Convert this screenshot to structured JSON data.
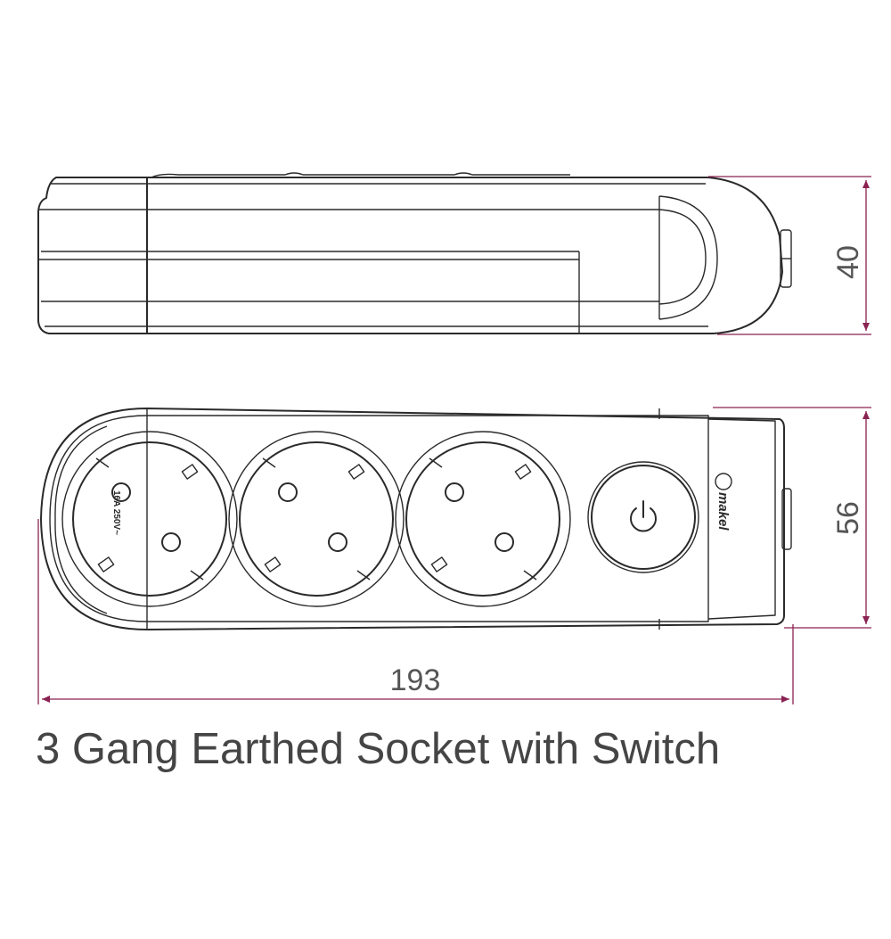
{
  "dimensions": {
    "length": "193",
    "width": "56",
    "height": "40"
  },
  "product": {
    "caption": "3 Gang Earthed Socket with Switch",
    "rating": "16A 250V~",
    "brand": "makel"
  },
  "colors": {
    "line": "#2a2a2a",
    "dimension_line": "#8a2252",
    "text": "#454545"
  }
}
